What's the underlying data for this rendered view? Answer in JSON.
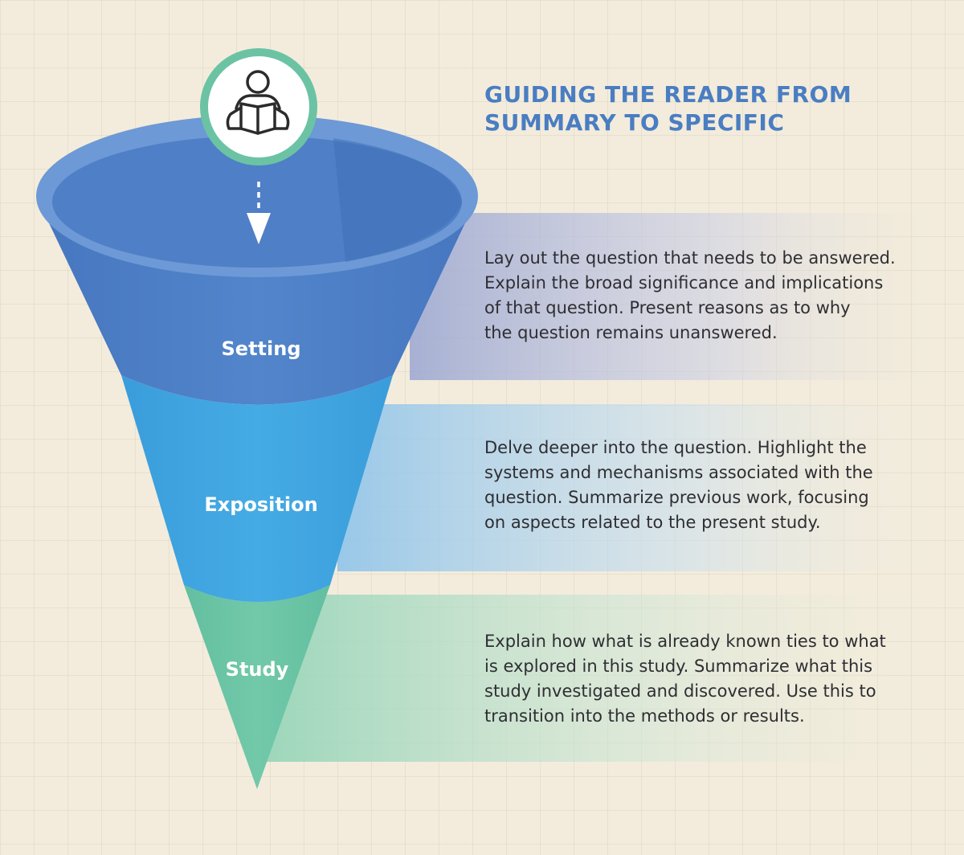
{
  "title": {
    "line1": "GUIDING THE READER FROM",
    "line2": "SUMMARY TO SPECIFIC"
  },
  "icon": "reader-with-book-icon",
  "colors": {
    "title": "#4a7dc2",
    "setting": "#4f80c8",
    "exposition": "#40a6e0",
    "study": "#6cc5a5",
    "icon_ring": "#6bc3a4",
    "background": "#f3ecdc"
  },
  "stages": [
    {
      "label": "Setting",
      "lines": [
        "Lay out the question that needs to be answered.",
        "Explain the broad significance and implications",
        "of that question. Present reasons as to why",
        "the question remains unanswered."
      ]
    },
    {
      "label": "Exposition",
      "lines": [
        "Delve deeper into the question. Highlight the",
        "systems and mechanisms associated with the",
        "question. Summarize previous work, focusing",
        "on aspects related to the present study."
      ]
    },
    {
      "label": "Study",
      "lines": [
        "Explain how what is already known ties to what",
        "is explored in this study. Summarize what this",
        "study investigated and discovered. Use this to",
        "transition into the methods or results."
      ]
    }
  ]
}
